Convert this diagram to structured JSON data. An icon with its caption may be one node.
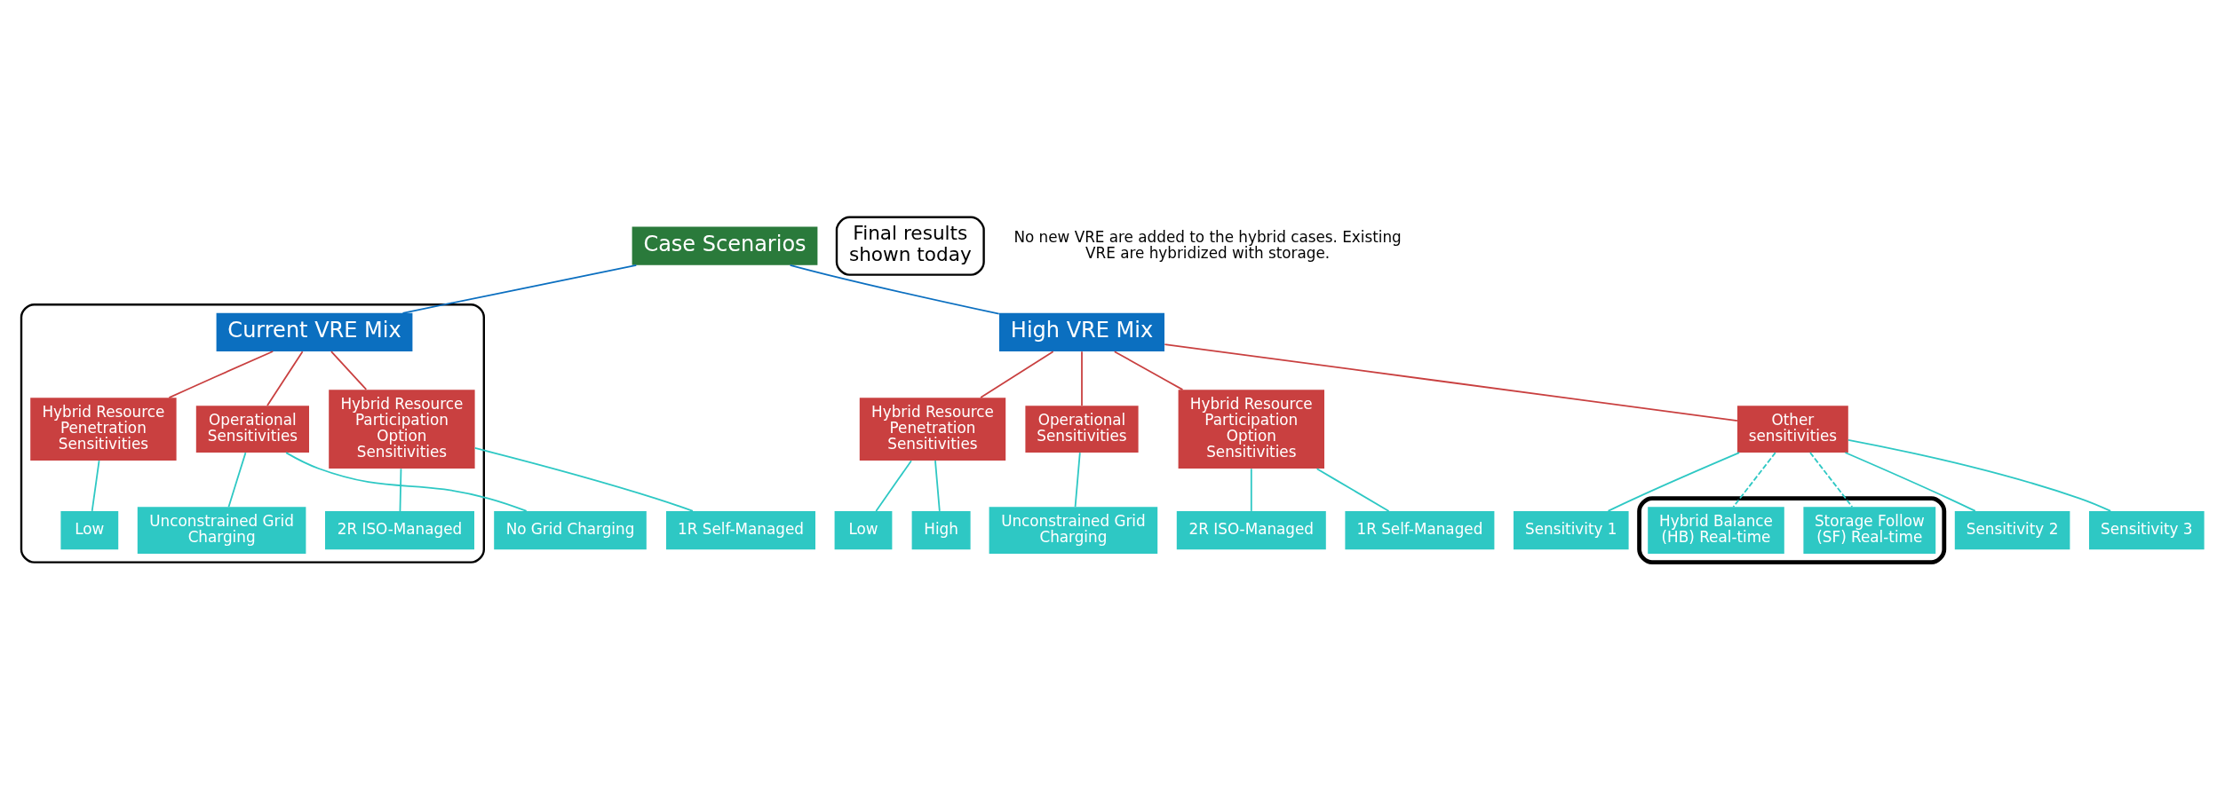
{
  "diagram": {
    "nodes": [
      {
        "text": [
          "Case Scenarios"
        ]
      },
      {
        "text": [],
        "shape": "loop"
      },
      {
        "text": [
          "Current VRE Mix"
        ],
        "in": 1
      },
      {
        "text": [
          "High VRE Mix"
        ]
      },
      {
        "text": [
          "Final results shown today"
        ]
      },
      {
        "text": [
          "Hybrid Resource Penetration Sensitivities"
        ],
        "in": 1
      },
      {
        "text": [
          "Operational Sensitivities"
        ],
        "in": 1
      },
      {
        "text": [
          "Hybrid Resource Participation Option Sensitivities"
        ],
        "in": 1
      },
      {
        "text": [
          "Hybrid Resource Penetration Sensitivities"
        ]
      },
      {
        "text": [
          "Operational Sensitivities"
        ]
      },
      {
        "text": [
          "Hybrid Resource Participation Option Sensitivities"
        ]
      },
      {
        "text": [
          "Other sensitivities"
        ]
      },
      {
        "text": [
          "Low"
        ],
        "in": 1
      },
      {
        "text": [
          "Unconstrained Grid Charging"
        ],
        "in": 1
      },
      {
        "text": [
          "2R ISO-Managed"
        ],
        "in": 1
      },
      {
        "text": [
          "Low"
        ]
      },
      {
        "text": [
          "Unconstrained Grid Charging"
        ]
      },
      {
        "text": [
          "2R ISO-Managed"
        ]
      },
      {
        "text": [
          "Sensitivity 1"
        ]
      },
      {
        "text": [],
        "shape": "box"
      },
      {
        "text": [
          "Storage Follow (SF) Real-time"
        ],
        "in": 19
      },
      {
        "text": [
          "No Grid Charging"
        ]
      },
      {
        "text": [
          "1R Self-Managed"
        ]
      },
      {
        "text": [
          "High"
        ]
      },
      {
        "text": [
          "1R Self-Managed"
        ]
      },
      {
        "text": [
          "Sensitivity 2"
        ]
      },
      {
        "text": [
          "Hybrid Balance (HB) Real-time"
        ],
        "in": 19
      },
      {
        "text": [
          "Sensitivity 3"
        ]
      }
    ],
    "edges": [
      {
        "from": 0,
        "to": 2,
        "arrow": "none",
        "color": "#0b6fc0"
      },
      {
        "from": 0,
        "to": 3,
        "arrow": "none",
        "color": "#0b6fc0"
      },
      {
        "from": 2,
        "to": 5,
        "arrow": "none",
        "color": "#c94040"
      },
      {
        "from": 2,
        "to": 6,
        "arrow": "none",
        "color": "#c94040"
      },
      {
        "from": 2,
        "to": 7,
        "arrow": "none",
        "color": "#c94040"
      },
      {
        "from": 3,
        "to": 8,
        "arrow": "none",
        "color": "#c94040"
      },
      {
        "from": 3,
        "to": 9,
        "arrow": "none",
        "color": "#c94040"
      },
      {
        "from": 3,
        "to": 10,
        "arrow": "none",
        "color": "#c94040"
      },
      {
        "from": 3,
        "to": 11,
        "arrow": "none",
        "color": "#c94040"
      },
      {
        "from": 5,
        "to": 12,
        "arrow": "none"
      },
      {
        "from": 6,
        "to": 13,
        "arrow": "none"
      },
      {
        "from": 6,
        "to": 21,
        "arrow": "none"
      },
      {
        "from": 7,
        "to": 14,
        "arrow": "none"
      },
      {
        "from": 7,
        "to": 22,
        "arrow": "none"
      },
      {
        "from": 8,
        "to": 15,
        "arrow": "none"
      },
      {
        "from": 8,
        "to": 23,
        "arrow": "none"
      },
      {
        "from": 9,
        "to": 16,
        "arrow": "none"
      },
      {
        "from": 10,
        "to": 17,
        "arrow": "none"
      },
      {
        "from": 10,
        "to": 24,
        "arrow": "none"
      },
      {
        "from": 11,
        "to": 18,
        "arrow": "none"
      },
      {
        "from": 11,
        "to": 25,
        "arrow": "none"
      },
      {
        "from": 11,
        "to": 27,
        "arrow": "none"
      },
      {
        "from": 11,
        "to": 20,
        "arrow": "none",
        "style": "dashed"
      },
      {
        "from": 11,
        "to": 26,
        "arrow": "none",
        "style": "dashed"
      }
    ],
    "labels": [
      "No new VRE are added to the hybrid cases. Existing VRE are hybridized with storage."
    ]
  }
}
